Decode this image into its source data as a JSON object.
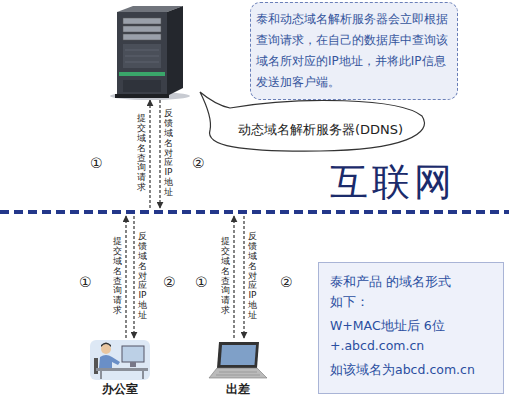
{
  "diagram": {
    "nodes": [
      {
        "text": [
          "泰和动态域名解析服务器会立即根据查询请求，在自己的数据库中查询该域名所对应的IP地址，并将此IP信息发送加客户端。"
        ]
      },
      {
        "text": [
          "动态域名解析服务器(DDNS)"
        ]
      },
      {
        "text": [
          "互联网"
        ]
      },
      {
        "text": [
          "办公室"
        ]
      },
      {
        "text": [
          "出差"
        ]
      },
      {
        "text": [
          "泰和产品 的域名形式 如下：",
          "W+MAC地址后 6位 +.abcd.com.cn",
          "如该域名为abcd.com.cn"
        ]
      }
    ],
    "edges": [
      {
        "from": 2,
        "to": 1,
        "arrow": "to",
        "label": "提交域名查询请求"
      },
      {
        "from": 1,
        "to": 2,
        "arrow": "to",
        "label": "反馈域名对应IP地址"
      },
      {
        "from": 3,
        "to": 2,
        "arrow": "to",
        "label": "提交域名查询请求"
      },
      {
        "from": 2,
        "to": 3,
        "arrow": "to",
        "label": "反馈域名对应IP地址"
      },
      {
        "from": 4,
        "to": 2,
        "arrow": "to",
        "label": "提交域名查询请求"
      },
      {
        "from": 2,
        "to": 4,
        "arrow": "to",
        "label": "反馈域名对应IP地址"
      }
    ],
    "labels": [
      "①",
      "②",
      "①",
      "②",
      "①",
      "②"
    ]
  }
}
